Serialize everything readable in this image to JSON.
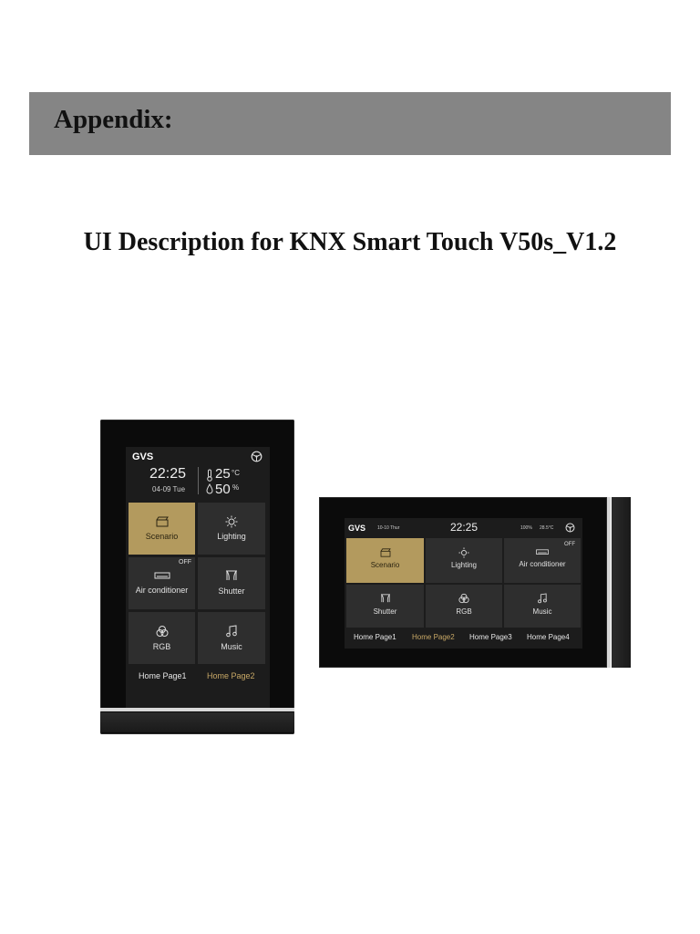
{
  "appendix": {
    "title": "Appendix:"
  },
  "document": {
    "title": "UI Description for KNX Smart Touch V50s_V1.2"
  },
  "colors": {
    "accent_tile": "#b39a5e",
    "selected_nav": "#c8a866",
    "banner": "#858585"
  },
  "portrait": {
    "brand": "GVS",
    "time": "22:25",
    "date": "04-09 Tue",
    "temperature": "25",
    "temperature_unit": "°C",
    "humidity": "50",
    "humidity_unit": "%",
    "tiles": [
      {
        "label": "Scenario",
        "icon": "scenario-clapper-icon",
        "active": true
      },
      {
        "label": "Lighting",
        "icon": "lightbulb-icon"
      },
      {
        "label": "Air conditioner",
        "icon": "air-conditioner-icon",
        "status": "OFF"
      },
      {
        "label": "Shutter",
        "icon": "shutter-icon"
      },
      {
        "label": "RGB",
        "icon": "rgb-circles-icon"
      },
      {
        "label": "Music",
        "icon": "music-note-icon"
      }
    ],
    "pages": [
      "Home Page1",
      "Home Page2"
    ]
  },
  "landscape": {
    "brand": "GVS",
    "date": "10-10 Thur",
    "time": "22:25",
    "battery": "100%",
    "temperature": "28.5°C",
    "tiles": [
      {
        "label": "Scenario",
        "icon": "scenario-clapper-icon",
        "active": true
      },
      {
        "label": "Lighting",
        "icon": "lightbulb-icon"
      },
      {
        "label": "Air conditioner",
        "icon": "air-conditioner-icon",
        "status": "OFF"
      },
      {
        "label": "Shutter",
        "icon": "shutter-icon"
      },
      {
        "label": "RGB",
        "icon": "rgb-circles-icon"
      },
      {
        "label": "Music",
        "icon": "music-note-icon"
      }
    ],
    "pages": [
      "Home Page1",
      "Home Page2",
      "Home Page3",
      "Home Page4"
    ]
  }
}
